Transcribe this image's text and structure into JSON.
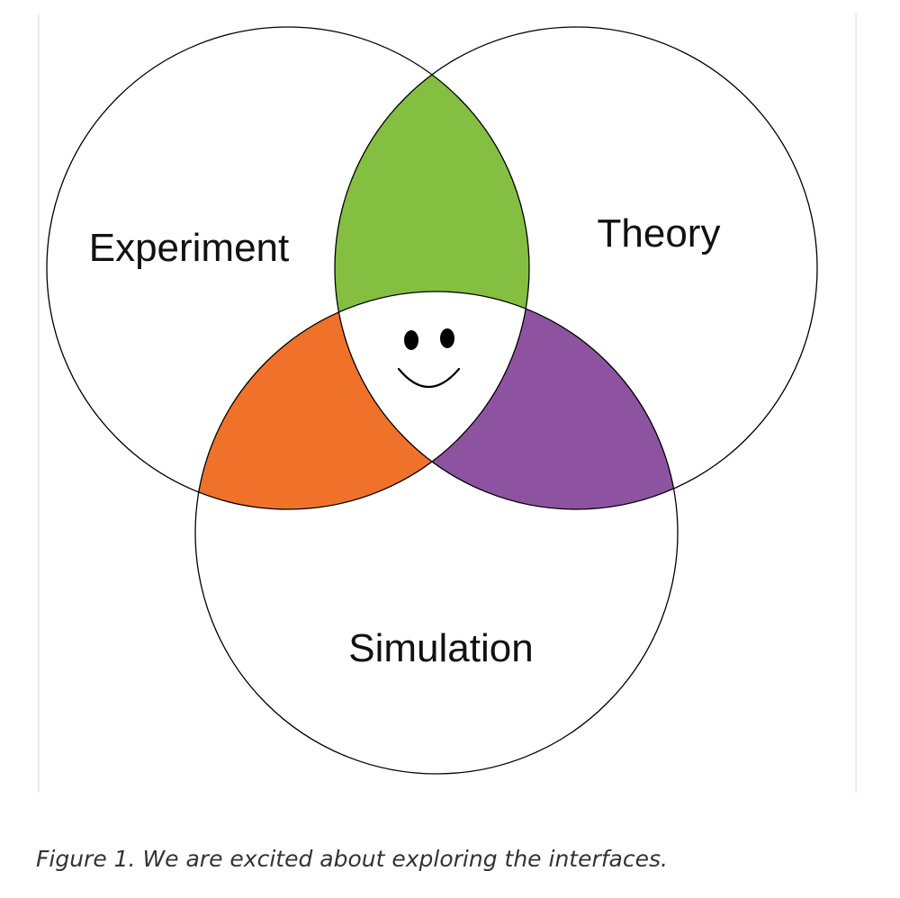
{
  "diagram": {
    "type": "venn",
    "sets": [
      {
        "id": "experiment",
        "label": "Experiment"
      },
      {
        "id": "theory",
        "label": "Theory"
      },
      {
        "id": "simulation",
        "label": "Simulation"
      }
    ],
    "intersections": [
      {
        "sets": [
          "experiment",
          "theory"
        ],
        "color": "#84bf41"
      },
      {
        "sets": [
          "experiment",
          "simulation"
        ],
        "color": "#f0722a"
      },
      {
        "sets": [
          "theory",
          "simulation"
        ],
        "color": "#8e53a0"
      },
      {
        "sets": [
          "experiment",
          "theory",
          "simulation"
        ],
        "color": "#ffffff",
        "icon": "smiley-face-icon"
      }
    ],
    "outline_color": "#000000"
  },
  "caption": {
    "text": "Figure 1. We are excited about exploring the interfaces."
  }
}
